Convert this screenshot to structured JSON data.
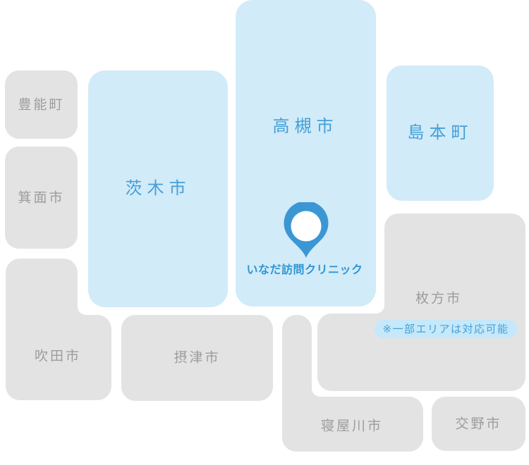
{
  "map": {
    "regions": {
      "toyono": {
        "label": "豊能町"
      },
      "minoh": {
        "label": "箕面市"
      },
      "ibaraki": {
        "label": "茨木市"
      },
      "takatsuki": {
        "label": "高槻市"
      },
      "shimamoto": {
        "label": "島本町"
      },
      "suita": {
        "label": "吹田市"
      },
      "settsu": {
        "label": "摂津市"
      },
      "hirakata": {
        "label": "枚方市",
        "note": "※一部エリアは対応可能"
      },
      "neyagawa": {
        "label": "寝屋川市"
      },
      "katano": {
        "label": "交野市"
      }
    },
    "clinic": {
      "label": "いなだ訪問クリニック"
    },
    "icons": {
      "map_pin": "map-pin-icon"
    },
    "colors": {
      "service_area": "#d1ebf8",
      "non_service_area": "#e3e3e3",
      "accent_blue": "#45a0d8",
      "pin_blue": "#3b97d4",
      "clinic_blue": "#2e96d4",
      "gray_text": "#9c9c9c",
      "badge_bg": "#c5e8fa"
    }
  }
}
